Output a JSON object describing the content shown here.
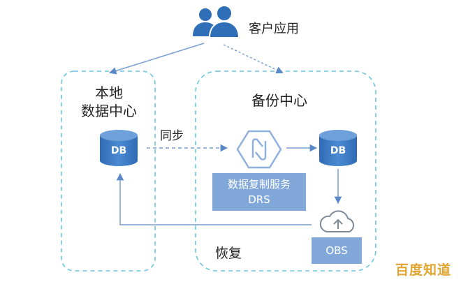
{
  "client": {
    "label": "客户应用",
    "icon": "users-icon"
  },
  "local_dc": {
    "title_line1": "本地",
    "title_line2": "数据中心",
    "db_label": "DB"
  },
  "backup_dc": {
    "title": "备份中心",
    "db_label": "DB"
  },
  "sync": {
    "label": "同步"
  },
  "drs": {
    "name": "数据复制服务",
    "abbr": "DRS",
    "icon": "sync-arrows-icon"
  },
  "obs": {
    "label": "OBS",
    "icon": "cloud-upload-icon"
  },
  "restore": {
    "label": "恢复"
  },
  "watermark": {
    "text": "百度知道"
  },
  "colors": {
    "primary": "#2e6fb7",
    "db_fill": "#3a78c2",
    "box_fill": "#82a8d9",
    "dashed_border": "#6cc6e2",
    "arrow": "#7a9fd2",
    "watermark": "#e1a632"
  }
}
